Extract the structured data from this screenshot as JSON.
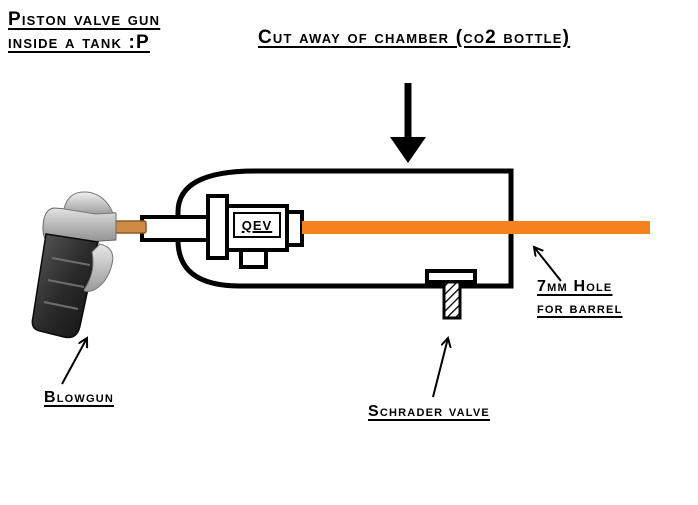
{
  "title": {
    "line1": "Piston valve gun",
    "line2": "inside a tank :P"
  },
  "heading": "Cut away of chamber (co2 bottle)",
  "diagram_labels": {
    "qev": "QEV",
    "hole_line1": "7mm Hole",
    "hole_line2": "for barrel",
    "blowgun": "Blowgun",
    "schrader_valve": "Schrader valve"
  },
  "colors": {
    "barrel": "#F5821F",
    "line": "#000000",
    "background": "#FFFFFF"
  }
}
